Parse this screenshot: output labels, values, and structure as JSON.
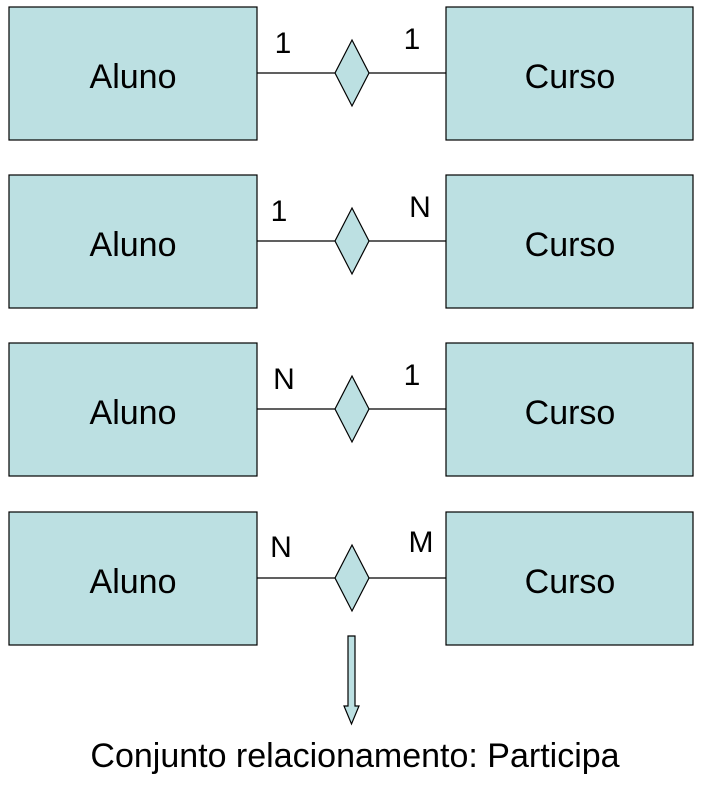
{
  "diagram": {
    "entity_fill": "#bce0e2",
    "rows": [
      {
        "left_entity": "Aluno",
        "right_entity": "Curso",
        "left_cardinality": "1",
        "right_cardinality": "1"
      },
      {
        "left_entity": "Aluno",
        "right_entity": "Curso",
        "left_cardinality": "1",
        "right_cardinality": "N"
      },
      {
        "left_entity": "Aluno",
        "right_entity": "Curso",
        "left_cardinality": "N",
        "right_cardinality": "1"
      },
      {
        "left_entity": "Aluno",
        "right_entity": "Curso",
        "left_cardinality": "N",
        "right_cardinality": "M"
      }
    ],
    "caption": "Conjunto relacionamento: Participa"
  }
}
